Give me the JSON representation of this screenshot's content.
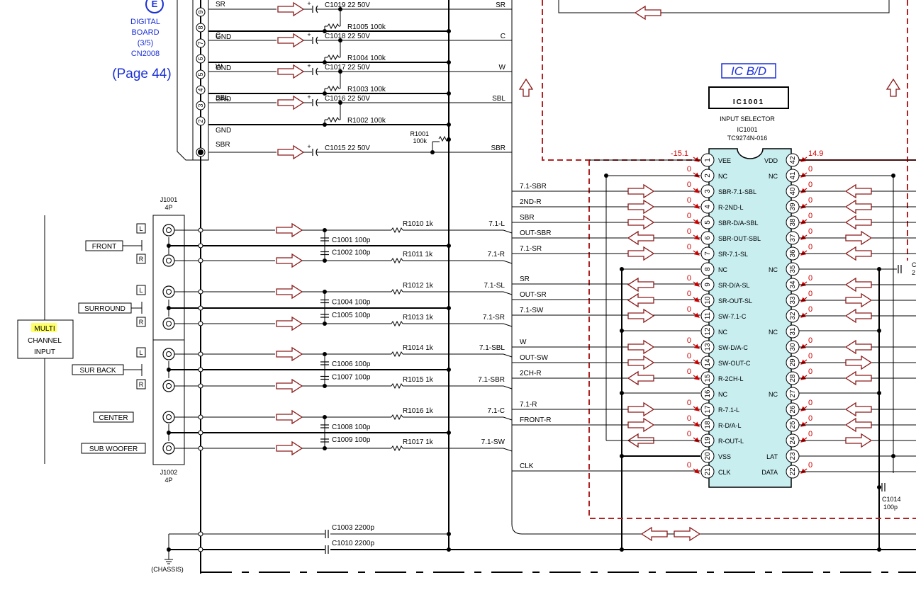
{
  "title": {
    "icb_d": "IC B/D",
    "ic_name": "IC1001",
    "ic_func": "INPUT SELECTOR",
    "ic_ref": "IC1001",
    "ic_part": "TC9274N-016"
  },
  "connector_ref": {
    "letter": "E",
    "lines": [
      "DIGITAL",
      "BOARD",
      "(3/5)",
      "CN2008"
    ],
    "page": "(Page 44)"
  },
  "top_rows": [
    {
      "label": "SR",
      "cap": "C1019  22  50V",
      "net": "SR"
    },
    {
      "label": "GND",
      "res": "R1005  100k"
    },
    {
      "label": "C",
      "cap": "C1018  22  50V",
      "net": "C"
    },
    {
      "label": "GND",
      "res": "R1004  100k"
    },
    {
      "label": "W",
      "cap": "C1017  22  50V",
      "net": "W"
    },
    {
      "label": "GND",
      "res": "R1003  100k"
    },
    {
      "label": "SBL",
      "cap": "C1016  22  50V",
      "net": "SBL"
    },
    {
      "label": "GND",
      "res": "R1002  100k"
    },
    {
      "label": "SBR",
      "cap": "C1015  22  50V",
      "net": "SBR"
    }
  ],
  "r1001": {
    "ref": "R1001",
    "val": "100k"
  },
  "jacks": {
    "j1001": {
      "ref": "J1001",
      "pins": "4P"
    },
    "j1002": {
      "ref": "J1002",
      "pins": "4P"
    },
    "multi_title": "MULTI",
    "multi_sub": [
      "CHANNEL",
      "INPUT"
    ],
    "groups": [
      "FRONT",
      "SURROUND",
      "SUR BACK",
      "CENTER",
      "SUB WOOFER"
    ],
    "lr": [
      "L",
      "R"
    ]
  },
  "inputs": [
    {
      "res": "R1010  1k",
      "net": "7.1-L"
    },
    {
      "cap": "C1001  100p"
    },
    {
      "cap": "C1002  100p",
      "res": "R1011  1k",
      "net": "7.1-R"
    },
    {
      "res": "R1012  1k",
      "net": "7.1-SL"
    },
    {
      "cap": "C1004  100p"
    },
    {
      "cap": "C1005  100p",
      "res": "R1013  1k",
      "net": "7.1-SR"
    },
    {
      "res": "R1014  1k",
      "net": "7.1-SBL"
    },
    {
      "cap": "C1006  100p"
    },
    {
      "cap": "C1007  100p",
      "res": "R1015  1k",
      "net": "7.1-SBR"
    },
    {
      "res": "R1016  1k",
      "net": "7.1-C"
    },
    {
      "cap": "C1008  100p"
    },
    {
      "cap": "C1009  100p",
      "res": "R1017  1k",
      "net": "7.1-SW"
    }
  ],
  "bottom_caps": [
    "C1003  2200p",
    "C1010  2200p"
  ],
  "chassis": "(CHASSIS)",
  "left_nets": [
    "7.1-SBR",
    "2ND-R",
    "SBR",
    "OUT-SBR",
    "7.1-SR",
    "SR",
    "OUT-SR",
    "7.1-SW",
    "W",
    "OUT-SW",
    "2CH-R",
    "7.1-R",
    "FRONT-R",
    "CLK"
  ],
  "ic_pins_left": [
    {
      "n": "1",
      "name": "VEE",
      "v": "-15.1"
    },
    {
      "n": "2",
      "name": "NC",
      "v": "0"
    },
    {
      "n": "3",
      "name": "SBR-7.1-SBL",
      "v": "0"
    },
    {
      "n": "4",
      "name": "R-2ND-L",
      "v": "0"
    },
    {
      "n": "5",
      "name": "SBR-D/A-SBL",
      "v": "0"
    },
    {
      "n": "6",
      "name": "SBR-OUT-SBL",
      "v": "0"
    },
    {
      "n": "7",
      "name": "SR-7.1-SL",
      "v": "0"
    },
    {
      "n": "8",
      "name": "NC",
      "v": ""
    },
    {
      "n": "9",
      "name": "SR-D/A-SL",
      "v": "0"
    },
    {
      "n": "10",
      "name": "SR-OUT-SL",
      "v": "0"
    },
    {
      "n": "11",
      "name": "SW-7.1-C",
      "v": "0"
    },
    {
      "n": "12",
      "name": "NC",
      "v": ""
    },
    {
      "n": "13",
      "name": "SW-D/A-C",
      "v": "0"
    },
    {
      "n": "14",
      "name": "SW-OUT-C",
      "v": "0"
    },
    {
      "n": "15",
      "name": "R-2CH-L",
      "v": "0"
    },
    {
      "n": "16",
      "name": "NC",
      "v": ""
    },
    {
      "n": "17",
      "name": "R-7.1-L",
      "v": "0"
    },
    {
      "n": "18",
      "name": "R-D/A-L",
      "v": "0"
    },
    {
      "n": "19",
      "name": "R-OUT-L",
      "v": "0"
    },
    {
      "n": "20",
      "name": "VSS",
      "v": ""
    },
    {
      "n": "21",
      "name": "CLK",
      "v": "0"
    }
  ],
  "ic_pins_right": [
    {
      "n": "42",
      "name": "VDD",
      "v": "14.9"
    },
    {
      "n": "41",
      "name": "NC",
      "v": "0"
    },
    {
      "n": "40",
      "name": "",
      "v": "0"
    },
    {
      "n": "39",
      "name": "",
      "v": "0"
    },
    {
      "n": "38",
      "name": "",
      "v": "0"
    },
    {
      "n": "37",
      "name": "",
      "v": "0"
    },
    {
      "n": "36",
      "name": "",
      "v": "0"
    },
    {
      "n": "35",
      "name": "NC",
      "v": ""
    },
    {
      "n": "34",
      "name": "",
      "v": "0"
    },
    {
      "n": "33",
      "name": "",
      "v": "0"
    },
    {
      "n": "32",
      "name": "",
      "v": "0"
    },
    {
      "n": "31",
      "name": "NC",
      "v": ""
    },
    {
      "n": "30",
      "name": "",
      "v": "0"
    },
    {
      "n": "29",
      "name": "",
      "v": "0"
    },
    {
      "n": "28",
      "name": "",
      "v": "0"
    },
    {
      "n": "27",
      "name": "NC",
      "v": ""
    },
    {
      "n": "26",
      "name": "",
      "v": "0"
    },
    {
      "n": "25",
      "name": "",
      "v": "0"
    },
    {
      "n": "24",
      "name": "",
      "v": "0"
    },
    {
      "n": "23",
      "name": "LAT",
      "v": ""
    },
    {
      "n": "22",
      "name": "DATA",
      "v": "0"
    }
  ],
  "c1014": {
    "ref": "C1014",
    "val": "100p"
  },
  "partial_right": [
    "C",
    "2"
  ],
  "colors": {
    "ic_fill": "#c8eef0",
    "wire": "#000000",
    "arrow": "#8b1a1a",
    "dash": "#b22222",
    "blue": "#1a2fd6",
    "voltage": "#cc0000",
    "highlight": "#ffff66"
  }
}
